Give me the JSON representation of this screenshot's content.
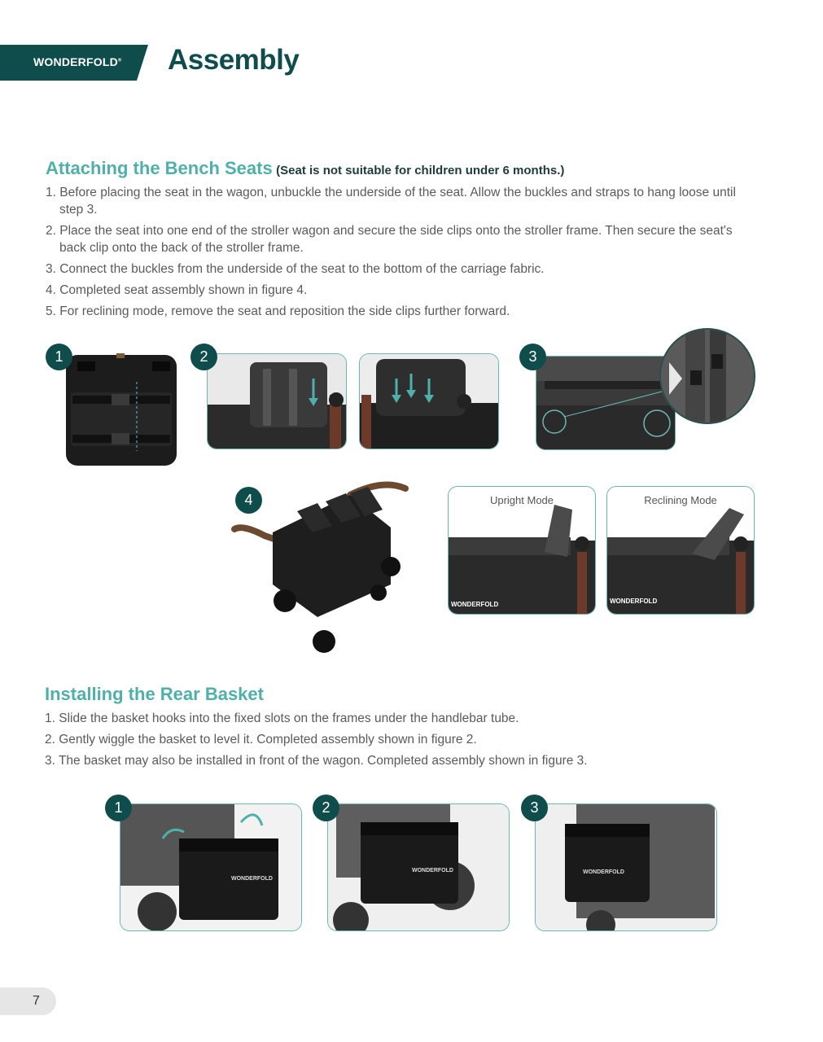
{
  "header": {
    "brand": "WONDERFOLD",
    "brand_mark": "®",
    "title": "Assembly"
  },
  "bench": {
    "title": "Attaching the Bench Seats",
    "note": "(Seat is not suitable for children under 6 months.)",
    "steps": [
      "1. Before placing the seat in the wagon, unbuckle the underside of the seat. Allow the buckles and straps to hang loose until step 3.",
      "2. Place the seat into one end of the stroller wagon and secure the side clips onto the stroller frame. Then secure the seat's back clip onto the back of the stroller frame.",
      "3. Connect the buckles from the underside of the seat to the bottom of the carriage fabric.",
      "4. Completed seat assembly shown in figure 4.",
      "5. For reclining mode, remove the seat and reposition the side clips further forward."
    ],
    "badges": [
      "1",
      "2",
      "3",
      "4"
    ],
    "upright_label": "Upright Mode",
    "reclining_label": "Reclining Mode",
    "mini_logo": "WONDERFOLD"
  },
  "basket": {
    "title": "Installing the Rear Basket",
    "steps": [
      "1. Slide the basket hooks into the fixed slots on the frames under the handlebar tube.",
      "2. Gently wiggle the basket to level it. Completed assembly shown in figure 2.",
      "3. The basket may also be installed in front of the wagon. Completed assembly shown in figure 3."
    ],
    "badges": [
      "1",
      "2",
      "3"
    ],
    "basket_logo": "WONDERFOLD"
  },
  "footer": {
    "page_number": "7"
  },
  "colors": {
    "brand_dark": "#0f4c4c",
    "accent_teal": "#4fb0aa",
    "frame_border": "#6cb8b2"
  }
}
